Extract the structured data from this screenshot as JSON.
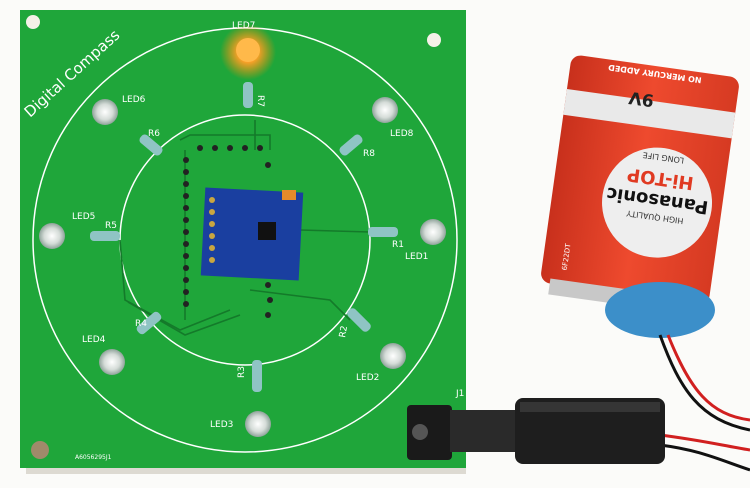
{
  "board": {
    "title": "Digital Compass",
    "serial": "A6056295J1",
    "connector_label": "J1",
    "leds": [
      "LED1",
      "LED2",
      "LED3",
      "LED4",
      "LED5",
      "LED6",
      "LED7",
      "LED8"
    ],
    "resistors": [
      "R1",
      "R2",
      "R3",
      "R4",
      "R5",
      "R6",
      "R7",
      "R8"
    ],
    "lit_led": "LED7",
    "colors": {
      "pcb": "#1fa63a",
      "silkscreen": "#ffffff",
      "module": "#1a3fa0",
      "led_lit": "#ff9a1f"
    }
  },
  "battery": {
    "voltage": "9V",
    "top_text": "NO MERCURY ADDED",
    "brand": "Panasonic",
    "line": "Hi-TOP",
    "tagline": "LONG LIFE",
    "quality": "HIGH QUALITY",
    "model": "6F22DT",
    "colors": {
      "body": "#e8442a",
      "band": "#e9e9e9",
      "connector": "#3c8fc9"
    }
  }
}
